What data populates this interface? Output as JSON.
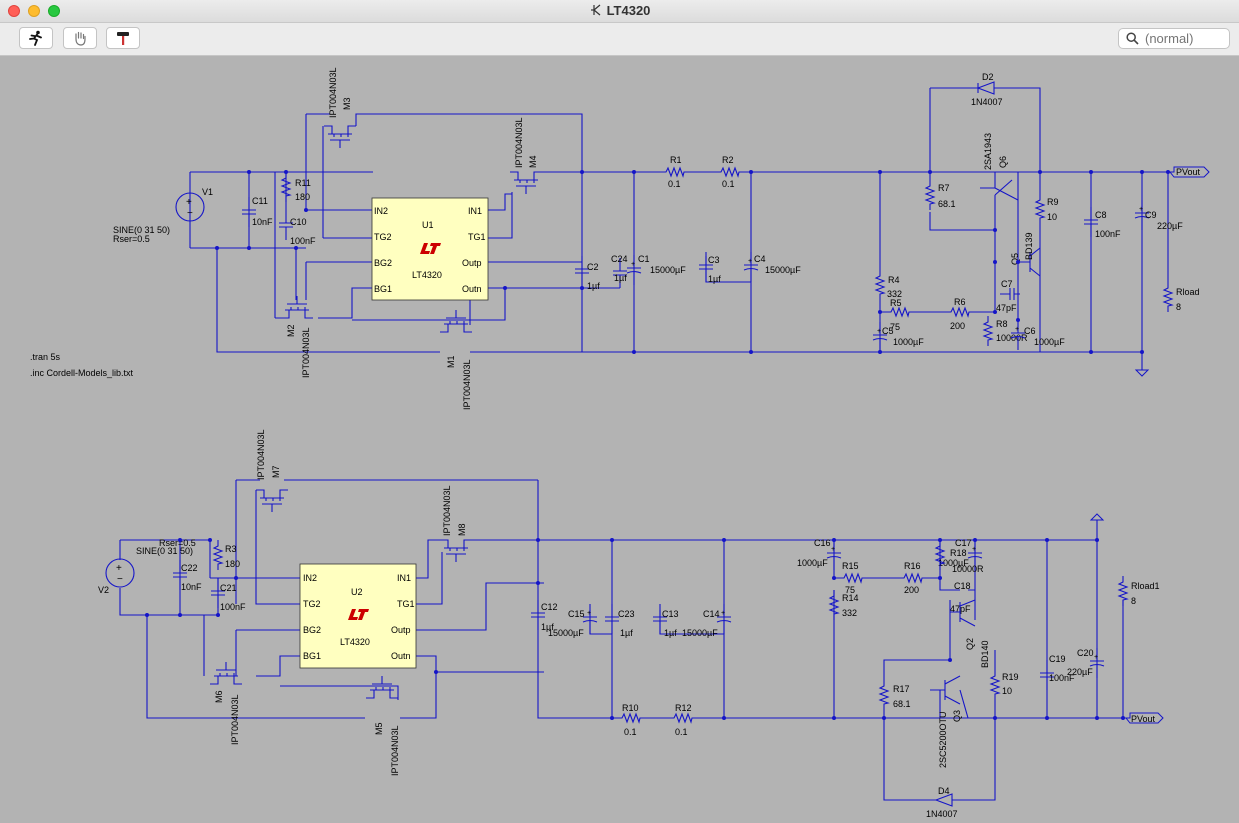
{
  "window": {
    "title": "LT4320"
  },
  "toolbar": {
    "search_placeholder": "(normal)"
  },
  "schematic": {
    "directives": [
      ".tran 5s",
      ".inc Cordell-Models_lib.txt"
    ],
    "top": {
      "U1": {
        "ref": "U1",
        "part": "LT4320",
        "pins": [
          "IN2",
          "TG2",
          "BG2",
          "BG1",
          "IN1",
          "TG1",
          "Outp",
          "Outn"
        ]
      },
      "V1": {
        "ref": "V1",
        "value": "SINE(0 31 50)",
        "rser": "Rser=0.5"
      },
      "C11": {
        "ref": "C11",
        "value": "10nF"
      },
      "R11": {
        "ref": "R11",
        "value": "180"
      },
      "C10": {
        "ref": "C10",
        "value": "100nF"
      },
      "M1": {
        "ref": "M1",
        "part": "IPT004N03L"
      },
      "M2": {
        "ref": "M2",
        "part": "IPT004N03L"
      },
      "M3": {
        "ref": "M3",
        "part": "IPT004N03L"
      },
      "M4": {
        "ref": "M4",
        "part": "IPT004N03L"
      },
      "C2": {
        "ref": "C2",
        "value": "1µf"
      },
      "C24": {
        "ref": "C24",
        "value": "1µf"
      },
      "C1": {
        "ref": "C1",
        "value": "15000µF"
      },
      "R1": {
        "ref": "R1",
        "value": "0.1"
      },
      "R2": {
        "ref": "R2",
        "value": "0.1"
      },
      "C3": {
        "ref": "C3",
        "value": "1µf"
      },
      "C4": {
        "ref": "C4",
        "value": "15000µF"
      },
      "R4": {
        "ref": "R4",
        "value": "332"
      },
      "R5": {
        "ref": "R5",
        "value": "75"
      },
      "C5": {
        "ref": "C5",
        "value": "1000µF"
      },
      "R6": {
        "ref": "R6",
        "value": "200"
      },
      "R7": {
        "ref": "R7",
        "value": "68.1"
      },
      "R8": {
        "ref": "R8",
        "value": "10000R"
      },
      "D2": {
        "ref": "D2",
        "part": "1N4007"
      },
      "Q6": {
        "ref": "Q6",
        "part": "2SA1943"
      },
      "Q5": {
        "ref": "Q5",
        "part": "BD139"
      },
      "C7": {
        "ref": "C7",
        "value": "47pF"
      },
      "C6": {
        "ref": "C6",
        "value": "1000µF"
      },
      "R9": {
        "ref": "R9",
        "value": "10"
      },
      "C8": {
        "ref": "C8",
        "value": "100nF"
      },
      "C9": {
        "ref": "C9",
        "value": "220µF"
      },
      "Rload": {
        "ref": "Rload",
        "value": "8"
      },
      "PVout": "PVout"
    },
    "bottom": {
      "U2": {
        "ref": "U2",
        "part": "LT4320",
        "pins": [
          "IN2",
          "TG2",
          "BG2",
          "BG1",
          "IN1",
          "TG1",
          "Outp",
          "Outn"
        ]
      },
      "V2": {
        "ref": "V2",
        "value": "SINE(0 31 50)",
        "rser": "Rser=0.5"
      },
      "C22": {
        "ref": "C22",
        "value": "10nF"
      },
      "R3": {
        "ref": "R3",
        "value": "180"
      },
      "C21": {
        "ref": "C21",
        "value": "100nF"
      },
      "M5": {
        "ref": "M5",
        "part": "IPT004N03L"
      },
      "M6": {
        "ref": "M6",
        "part": "IPT004N03L"
      },
      "M7": {
        "ref": "M7",
        "part": "IPT004N03L"
      },
      "M8": {
        "ref": "M8",
        "part": "IPT004N03L"
      },
      "C12": {
        "ref": "C12",
        "value": "1µf"
      },
      "C15": {
        "ref": "C15",
        "value": "15000µF"
      },
      "C23": {
        "ref": "C23",
        "value": "1µf"
      },
      "C13": {
        "ref": "C13",
        "value": "1µf"
      },
      "C14": {
        "ref": "C14",
        "value": "15000µF"
      },
      "R10": {
        "ref": "R10",
        "value": "0.1"
      },
      "R12": {
        "ref": "R12",
        "value": "0.1"
      },
      "C16": {
        "ref": "C16",
        "value": "1000µF"
      },
      "R15": {
        "ref": "R15",
        "value": "75"
      },
      "R14": {
        "ref": "R14",
        "value": "332"
      },
      "R16": {
        "ref": "R16",
        "value": "200"
      },
      "C17": {
        "ref": "C17",
        "value": "1000µF"
      },
      "R18": {
        "ref": "R18",
        "value": "10000R"
      },
      "C18": {
        "ref": "C18",
        "value": "47pF"
      },
      "Q2": {
        "ref": "Q2",
        "part": "BD140"
      },
      "R17": {
        "ref": "R17",
        "value": "68.1"
      },
      "Q3": {
        "ref": "Q3",
        "part": "2SC5200OTU"
      },
      "R19": {
        "ref": "R19",
        "value": "10"
      },
      "D4": {
        "ref": "D4",
        "part": "1N4007"
      },
      "C19": {
        "ref": "C19",
        "value": "100nF"
      },
      "C20": {
        "ref": "C20",
        "value": "220µF"
      },
      "Rload1": {
        "ref": "Rload1",
        "value": "8"
      },
      "PVout": "PVout"
    }
  }
}
